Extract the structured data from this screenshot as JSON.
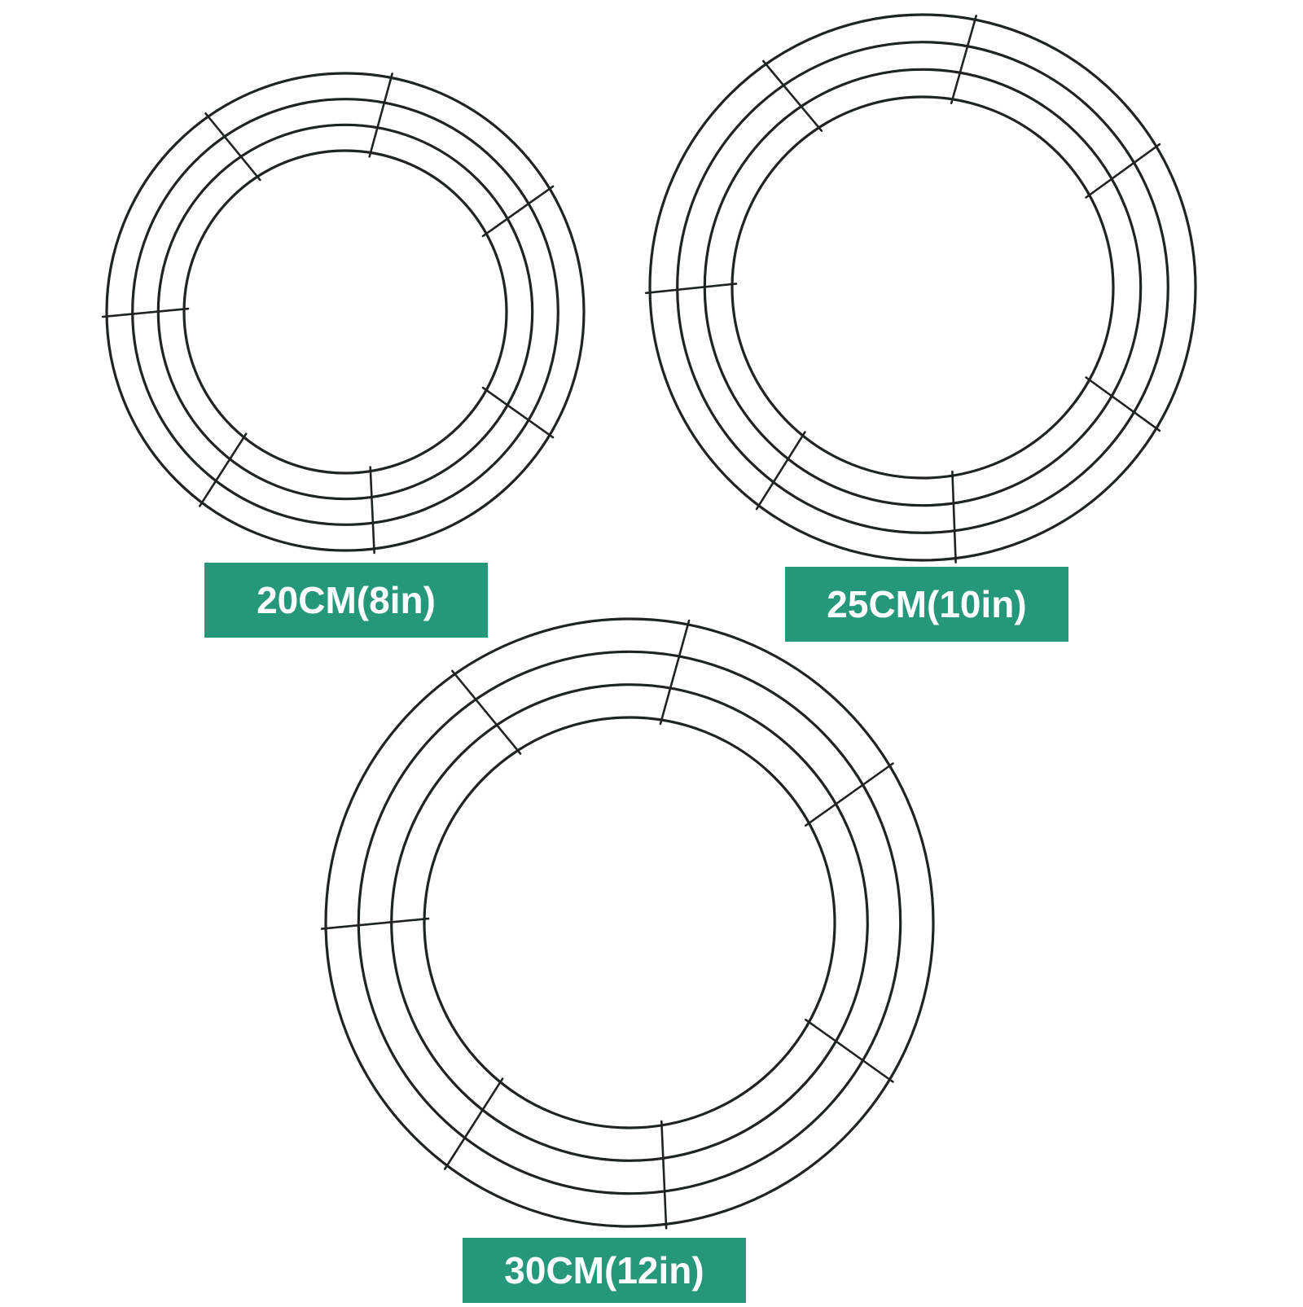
{
  "product": {
    "colors": {
      "wire": "#1e2420",
      "label_background": "#25977b",
      "label_text": "#ffffff",
      "background": "#ffffff"
    },
    "wreath_frames": [
      {
        "id": "small",
        "size_label": "20CM(8in)"
      },
      {
        "id": "medium",
        "size_label": "25CM(10in)"
      },
      {
        "id": "large",
        "size_label": "30CM(12in)"
      }
    ]
  }
}
